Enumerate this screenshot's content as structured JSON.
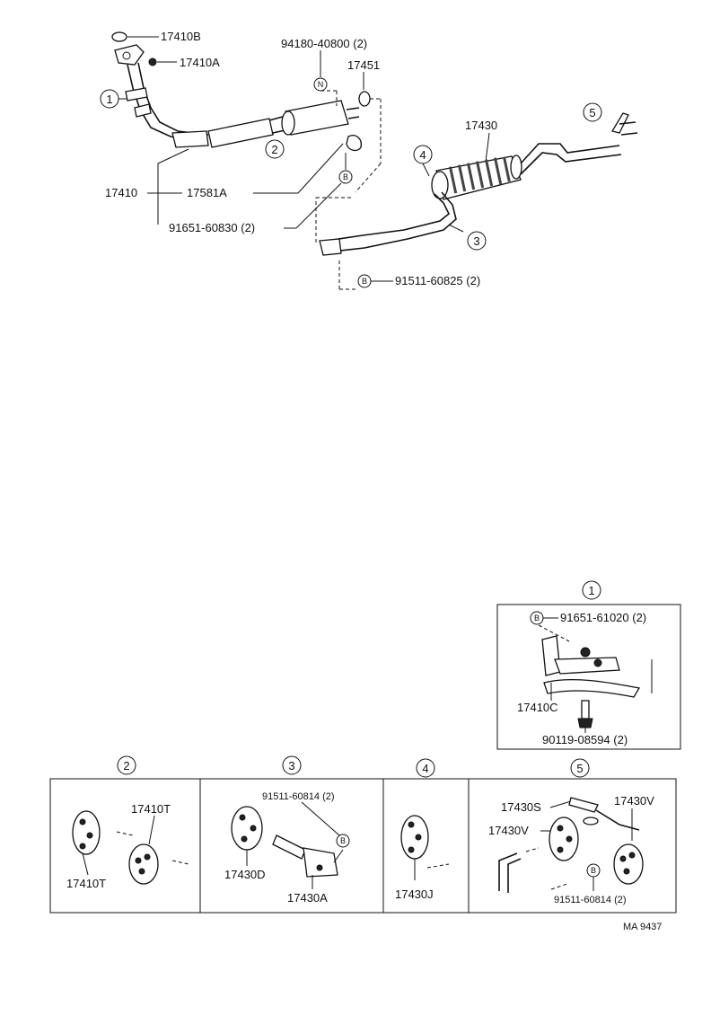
{
  "main": {
    "callout_numbers": [
      "1",
      "2",
      "3",
      "4",
      "5"
    ],
    "labels": {
      "p17410B": "17410B",
      "p17410A": "17410A",
      "p94180": "94180-40800 (2)",
      "p17451": "17451",
      "p17430": "17430",
      "p17410": "17410",
      "p17581A": "17581A",
      "p91651_60830": "91651-60830  (2)",
      "p91511_60825": "91511-60825 (2)"
    },
    "symbols": {
      "n": "N",
      "b": "B"
    }
  },
  "detail1": {
    "number": "1",
    "labels": {
      "p91651_61020": "91651-61020 (2)",
      "p17410C": "17410C",
      "p90119": "90119-08594 (2)"
    }
  },
  "panels": {
    "p2": {
      "number": "2",
      "labels": {
        "a": "17410T",
        "b": "17410T"
      }
    },
    "p3": {
      "number": "3",
      "labels": {
        "bolt": "91511-60814 (2)",
        "a": "17430D",
        "b": "17430A"
      }
    },
    "p4": {
      "number": "4",
      "labels": {
        "a": "17430J"
      }
    },
    "p5": {
      "number": "5",
      "labels": {
        "s": "17430S",
        "v1": "17430V",
        "v2": "17430V",
        "bolt": "91511-60814 (2)"
      }
    }
  },
  "footer": {
    "code": "MA  9437"
  }
}
